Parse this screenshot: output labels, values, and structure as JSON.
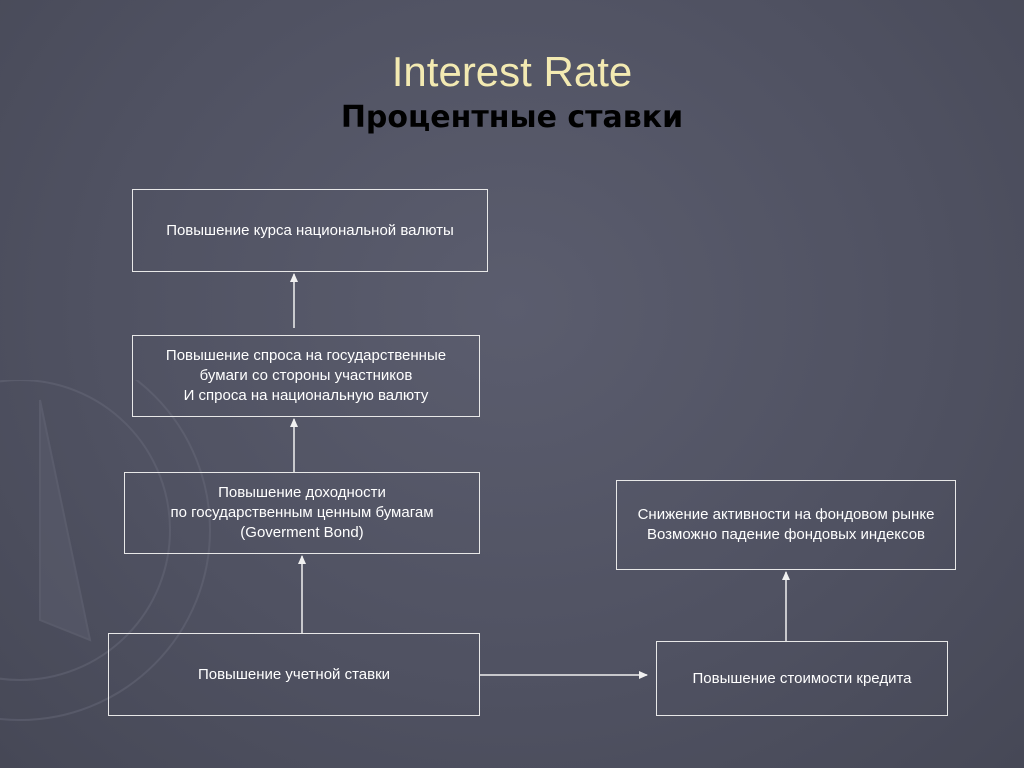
{
  "header": {
    "title": "Interest Rate",
    "subtitle": "Процентные ставки"
  },
  "boxes": {
    "currency_rise": "Повышение курса национальной валюты",
    "demand_rise": "Повышение спроса на государственные\nбумаги со стороны участников\nИ спроса на национальную валюту",
    "yield_rise": "Повышение доходности\nпо государственным ценным бумагам\n(Goverment Bond)",
    "discount_rate_rise": "Повышение учетной ставки",
    "stock_activity_drop": "Снижение активности на фондовом рынке\nВозможно падение фондовых индексов",
    "credit_cost_rise": "Повышение стоимости кредита"
  },
  "colors": {
    "title": "#f3eab2",
    "subtitle": "#000000",
    "box_border": "#e8e8e8",
    "box_text": "#ffffff"
  }
}
